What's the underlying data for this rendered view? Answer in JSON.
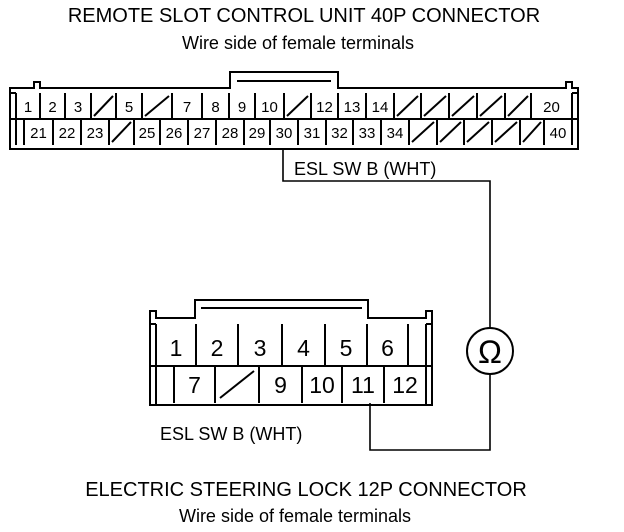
{
  "top_connector": {
    "title": "REMOTE SLOT CONTROL UNIT 40P CONNECTOR",
    "subtitle": "Wire side of female terminals",
    "row1": [
      "1",
      "2",
      "3",
      "",
      "5",
      "",
      "7",
      "8",
      "9",
      "10",
      "",
      "12",
      "13",
      "14",
      "",
      "",
      "",
      "",
      "",
      "20"
    ],
    "row2": [
      "21",
      "22",
      "23",
      "",
      "25",
      "26",
      "27",
      "28",
      "29",
      "30",
      "31",
      "32",
      "33",
      "34",
      "",
      "",
      "",
      "",
      "",
      "40"
    ],
    "wire_label": "ESL SW B (WHT)"
  },
  "bottom_connector": {
    "title": "ELECTRIC STEERING LOCK 12P CONNECTOR",
    "subtitle": "Wire side of female terminals",
    "row1": [
      "1",
      "2",
      "3",
      "4",
      "5",
      "6"
    ],
    "row2": [
      "7",
      "",
      "9",
      "10",
      "11",
      "12"
    ],
    "wire_label": "ESL SW B (WHT)"
  },
  "meter_symbol": "Ω"
}
